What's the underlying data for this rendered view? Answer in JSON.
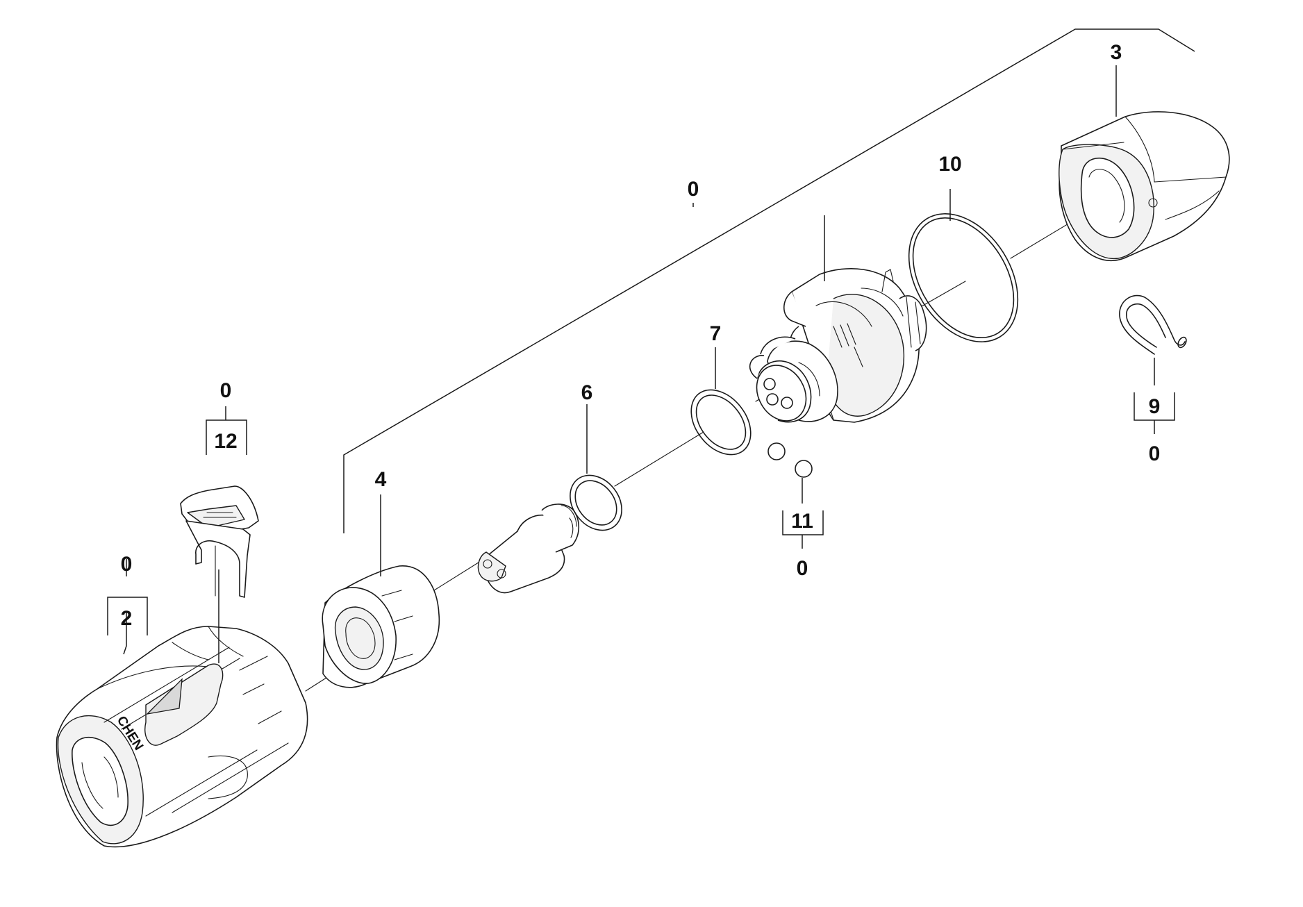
{
  "labels": {
    "assembly_top": "0",
    "part_3": "3",
    "part_10": "10",
    "part_7": "7",
    "part_6": "6",
    "part_4": "4",
    "part_2": "2",
    "part_2_kit": "0",
    "part_12": "12",
    "part_12_kit": "0",
    "part_11": "11",
    "part_11_kit": "0",
    "part_9": "9",
    "part_9_kit": "0"
  },
  "brand_mark": "CHEN"
}
